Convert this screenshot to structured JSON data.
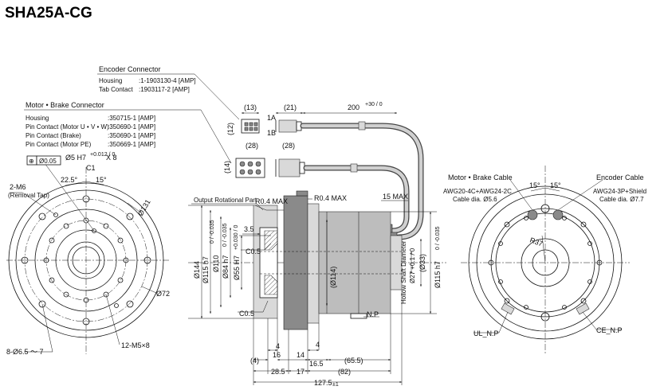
{
  "title": "SHA25A-CG",
  "encoder_connector": {
    "heading": "Encoder Connector",
    "rows": [
      {
        "label": "Housing",
        "value": ":1-1903130-4 [AMP]"
      },
      {
        "label": "Tab Contact",
        "value": ":1903117-2    [AMP]"
      }
    ]
  },
  "motor_brake_connector": {
    "heading": "Motor • Brake Connector",
    "rows": [
      {
        "label": "Housing",
        "value": ":350715-1 [AMP]"
      },
      {
        "label": "Pin Contact (Motor U • V • W)",
        "value": ":350690-1 [AMP]"
      },
      {
        "label": "Pin Contact (Brake)",
        "value": ":350690-1 [AMP]"
      },
      {
        "label": "Pin Contact (Motor PE)",
        "value": ":350669-1 [AMP]"
      }
    ]
  },
  "connector_dims": {
    "d13": "(13)",
    "d12": "(12)",
    "d28a": "(28)",
    "d28b": "(28)",
    "d14": "(14)",
    "d21": "(21)",
    "d200": "200",
    "d200_tol": "+30 / 0",
    "pin1a": "1A",
    "pin1b": "1B"
  },
  "left_view": {
    "position_tol": "Ø0.05",
    "bore": "Ø5 H7",
    "bore_tol": "+0.012 / 0",
    "bore_depth": "X 8",
    "c1": "C1",
    "angle1": "22.5°",
    "angle2": "15°",
    "tap": "2-M6",
    "tap_note": "(Removal Tap)",
    "d131": "Ø131",
    "d72": "Ø72",
    "holes": "8-Ø6.5 ～ 7",
    "screws": "12-M5×8"
  },
  "section_view": {
    "output_part": "Output Rotational Part",
    "r04a": "R0.4 MAX",
    "r04b": "R0.4 MAX",
    "max15": "15 MAX",
    "d35": "3.5",
    "c05a": "C0.5",
    "c05b": "C0.5",
    "d144": "Ø144",
    "d115h7": "Ø115 h7",
    "d115h7_tol": "0 / -0.035",
    "d110": "Ø110",
    "d84h7": "Ø84 h7",
    "d84h7_tol": "0 / -0.035",
    "d55h7": "Ø55 H7",
    "d55h7_tol": "+0.030 / 0",
    "d114": "(Ø114)",
    "hollow": "Hollow Shaft Diameter",
    "d27": "Ø27 +0.1 / 0",
    "d33": "(Ø33)",
    "d115h7b": "Ø115 h7",
    "d115h7b_tol": "0 / -0.035",
    "np": "N.P",
    "b4a": "4",
    "b4b": "4",
    "b4paren": "(4)",
    "b14": "14",
    "b16": "16",
    "b165": "16.5",
    "b655": "(65.5)",
    "b285": "28.5",
    "b17": "17",
    "b82": "(82)",
    "b1275": "127.5",
    "b1275_tol": "±1"
  },
  "right_view": {
    "motor_cable": "Motor • Brake Cable",
    "motor_cable_spec": "AWG20-4C+AWG24-2C",
    "motor_cable_dia": "Cable dia. Ø5.6",
    "encoder_cable": "Encoder Cable",
    "encoder_cable_spec": "AWG24-3P+Shield",
    "encoder_cable_dia": "Cable dia. Ø7.7",
    "a15a": "15°",
    "a15b": "15°",
    "r37": "R37",
    "ul": "UL_N.P",
    "ce": "CE_N.P"
  }
}
